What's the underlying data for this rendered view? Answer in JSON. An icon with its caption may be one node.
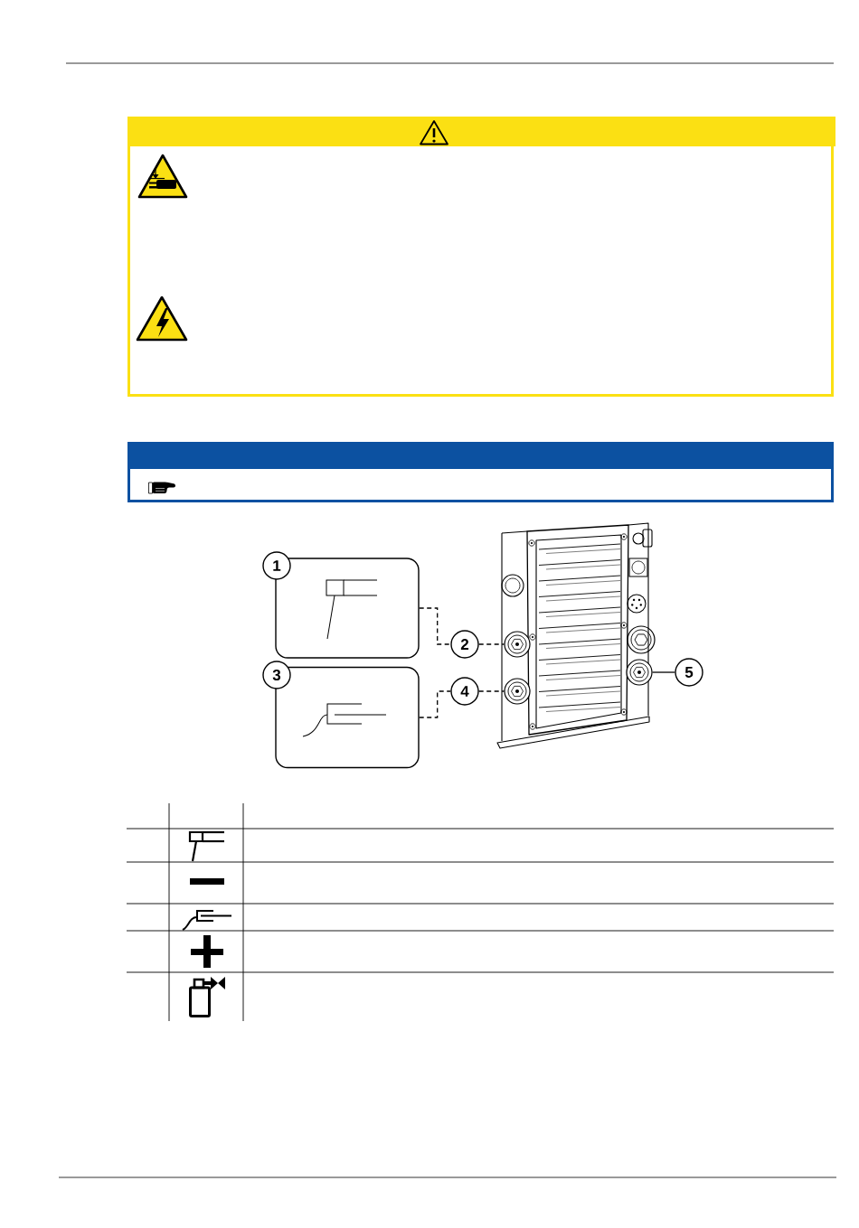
{
  "diagram": {
    "nodes": [
      {
        "text": [
          "1"
        ]
      },
      {
        "text": [],
        "shape": "box"
      },
      {
        "text": [
          "2"
        ]
      },
      {
        "text": [],
        "shape": "picture"
      },
      {
        "text": [
          "3"
        ]
      },
      {
        "text": [],
        "shape": "box"
      },
      {
        "text": [
          "4"
        ]
      },
      {
        "text": [],
        "shape": "picture"
      },
      {
        "text": [
          "5"
        ]
      },
      {
        "text": [],
        "shape": "picture"
      }
    ],
    "edges": [
      {
        "from": 1,
        "to": 2,
        "arrow": "none",
        "style": "dashed"
      },
      {
        "from": 2,
        "to": 3,
        "arrow": "none",
        "style": "dashed"
      },
      {
        "from": 5,
        "to": 6,
        "arrow": "none",
        "style": "dashed"
      },
      {
        "from": 6,
        "to": 7,
        "arrow": "none",
        "style": "dashed"
      },
      {
        "from": 8,
        "to": 9,
        "arrow": "none"
      }
    ]
  }
}
